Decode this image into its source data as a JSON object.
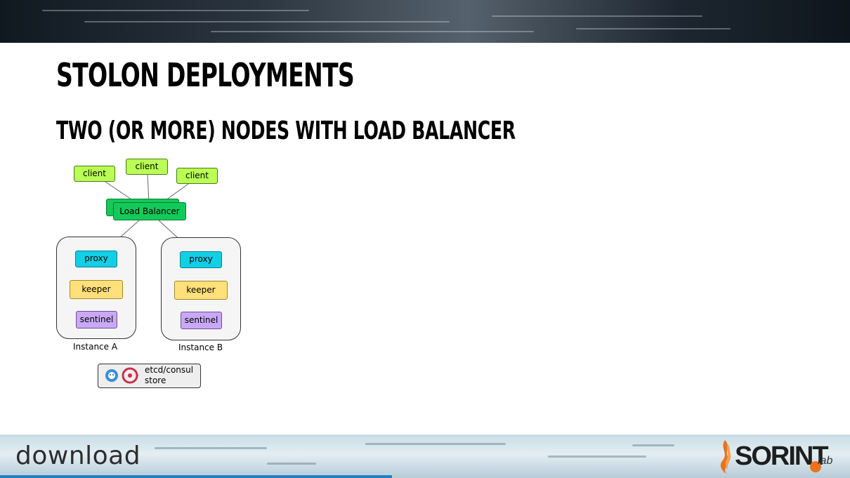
{
  "slide": {
    "title": "Stolon deployments",
    "subtitle": "Two (or more) nodes with load balancer"
  },
  "diagram": {
    "clients": [
      "client",
      "client",
      "client"
    ],
    "load_balancer": "Load Balancer",
    "instances": [
      {
        "label": "Instance A",
        "proxy": "proxy",
        "keeper": "keeper",
        "sentinel": "sentinel"
      },
      {
        "label": "Instance B",
        "proxy": "proxy",
        "keeper": "keeper",
        "sentinel": "sentinel"
      }
    ],
    "store": {
      "line1": "etcd/consul",
      "line2": "store"
    },
    "colors": {
      "client": "#b9ff55",
      "load_balancer": "#12c95a",
      "proxy": "#12cfe6",
      "keeper": "#ffe07a",
      "sentinel": "#c9a9f5"
    }
  },
  "footer": {
    "left_logo": "download",
    "right_logo": "SORINT",
    "right_logo_suffix": "lab"
  }
}
